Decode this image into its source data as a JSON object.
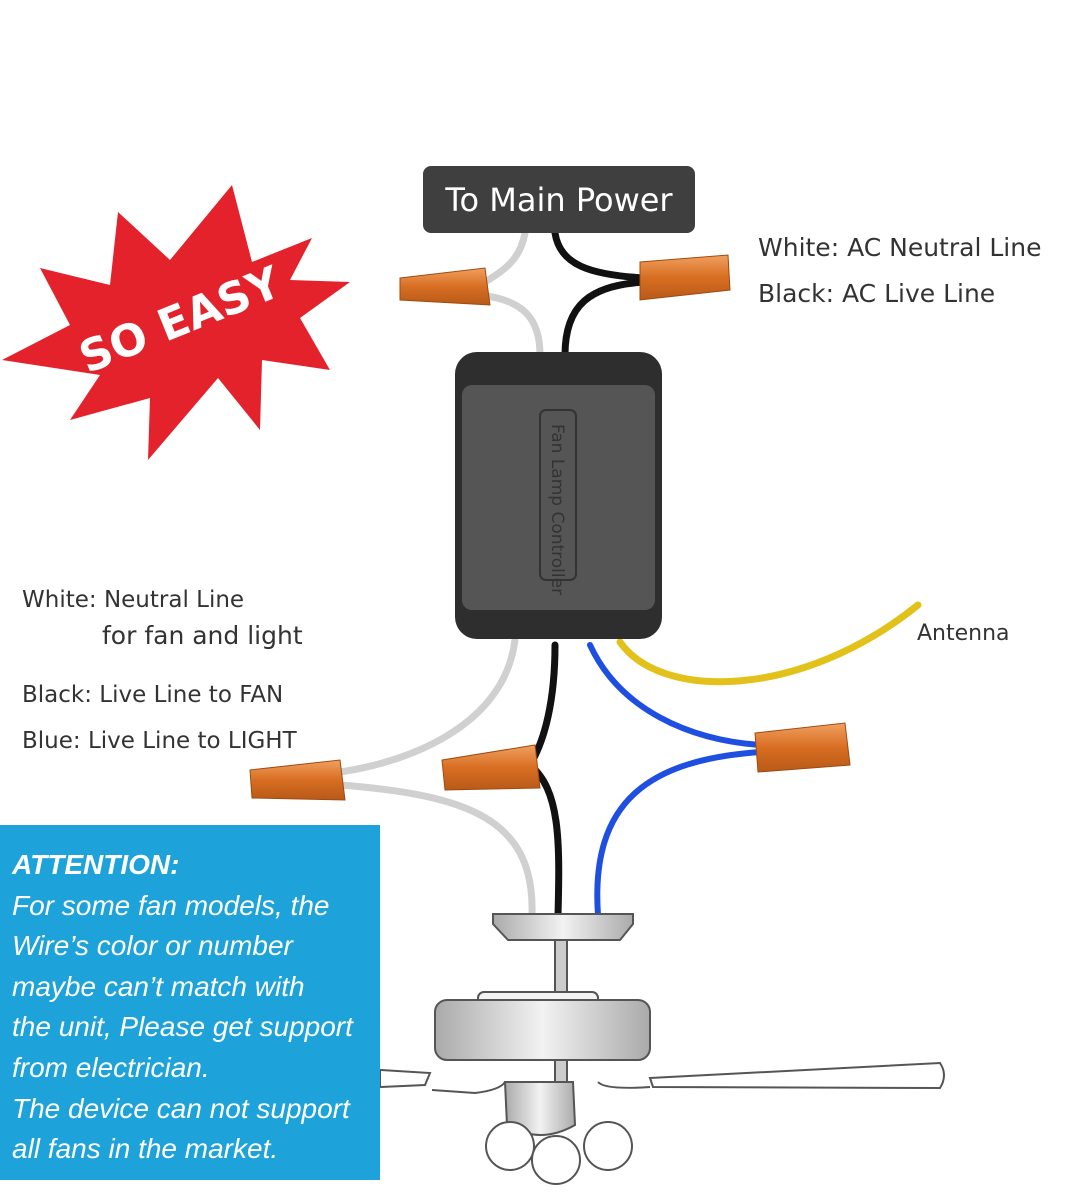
{
  "power_label": "To Main Power",
  "badge": "SO EASY",
  "controller_label": "Fan Lamp Controller",
  "top_labels": {
    "white": "White: AC Neutral Line",
    "black": "Black: AC Live Line"
  },
  "left_labels": {
    "white_1": "White: Neutral Line",
    "white_2": "for fan and light",
    "black": "Black: Live Line to FAN",
    "blue": "Blue: Live Line to LIGHT"
  },
  "antenna_label": "Antenna",
  "attention": {
    "title": "ATTENTION:",
    "lines": [
      "For some fan models, the",
      "Wire’s color or number",
      "maybe can’t match with",
      "the unit, Please get support",
      "from electrician.",
      "The device can not support",
      "all fans in the market."
    ]
  },
  "colors": {
    "starburst": "#e3222b",
    "attention_bg": "#1ea2da",
    "connector": "#e07a2a",
    "white_wire": "#d0d0d0",
    "blue_wire": "#1f4fe0",
    "antenna": "#e2c21a"
  }
}
